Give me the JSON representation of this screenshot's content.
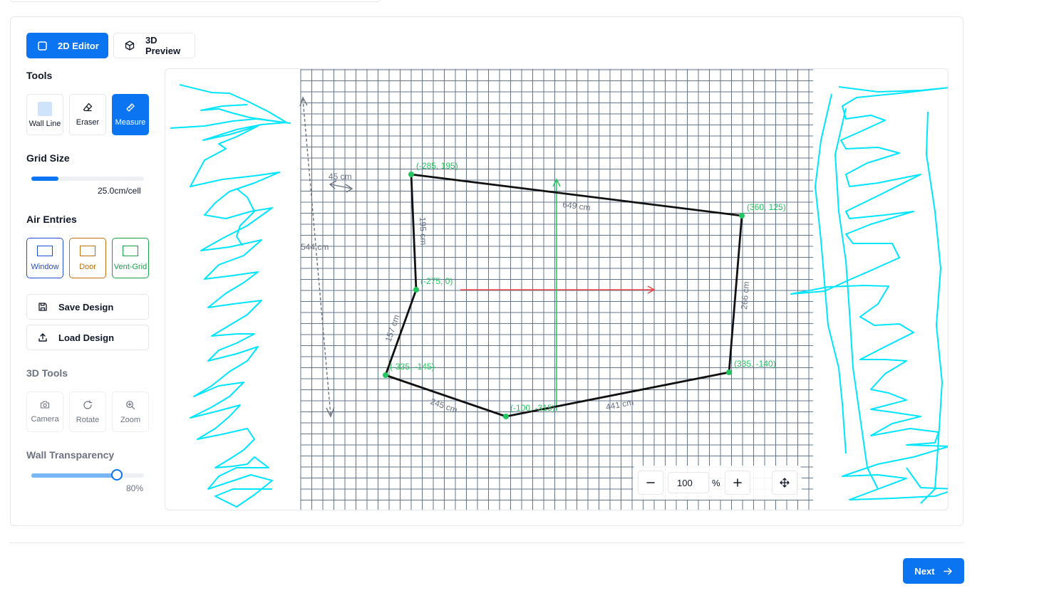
{
  "tabs": [
    {
      "label": "2D Editor",
      "icon": "square-icon",
      "active": true
    },
    {
      "label": "3D Preview",
      "icon": "cube-icon",
      "active": false
    }
  ],
  "tools": {
    "title": "Tools",
    "items": [
      {
        "label": "Wall Line",
        "icon": "wall-swatch-icon",
        "active": false
      },
      {
        "label": "Eraser",
        "icon": "eraser-icon",
        "active": false
      },
      {
        "label": "Measure",
        "icon": "ruler-icon",
        "active": true
      }
    ]
  },
  "grid_size": {
    "title": "Grid Size",
    "value_text": "25.0cm/cell",
    "fraction": 0.25
  },
  "air_entries": {
    "title": "Air Entries",
    "items": [
      {
        "label": "Window",
        "color": "#1d4ed8"
      },
      {
        "label": "Door",
        "color": "#c2700c"
      },
      {
        "label": "Vent-Grid",
        "color": "#16a34a"
      }
    ]
  },
  "actions": {
    "save_label": "Save Design",
    "load_label": "Load Design"
  },
  "tools_3d": {
    "title": "3D Tools",
    "items": [
      {
        "label": "Camera",
        "icon": "camera-icon"
      },
      {
        "label": "Rotate",
        "icon": "rotate-icon"
      },
      {
        "label": "Zoom",
        "icon": "zoom-in-icon"
      }
    ]
  },
  "wall_transparency": {
    "title": "Wall Transparency",
    "value_text": "80%",
    "fraction": 0.8
  },
  "canvas": {
    "points": [
      {
        "label": "(-285, 195)"
      },
      {
        "label": "(360, 125)"
      },
      {
        "label": "(335, -140)"
      },
      {
        "label": "(-100, -315)"
      },
      {
        "label": "(-335, -145)"
      },
      {
        "label": "(-275, 0)"
      }
    ],
    "measurements": [
      {
        "label": "45 cm"
      },
      {
        "label": "544 cm"
      },
      {
        "label": "195 cm"
      },
      {
        "label": "649 cm"
      },
      {
        "label": "266 cm"
      },
      {
        "label": "157 cm"
      },
      {
        "label": "245 cm"
      },
      {
        "label": "441 cm"
      }
    ],
    "colors": {
      "wall": "#111111",
      "point": "#22c55e",
      "x_axis": "#ef4444",
      "y_axis": "#22c55e",
      "grid": "#64748b",
      "scribble": "#00e5ff"
    }
  },
  "zoom": {
    "value": "100",
    "unit": "%",
    "minus_icon": "minus-icon",
    "plus_icon": "plus-icon",
    "pan_icon": "move-icon"
  },
  "footer": {
    "next_label": "Next",
    "colors": {
      "primary": "#0b74f0"
    }
  }
}
